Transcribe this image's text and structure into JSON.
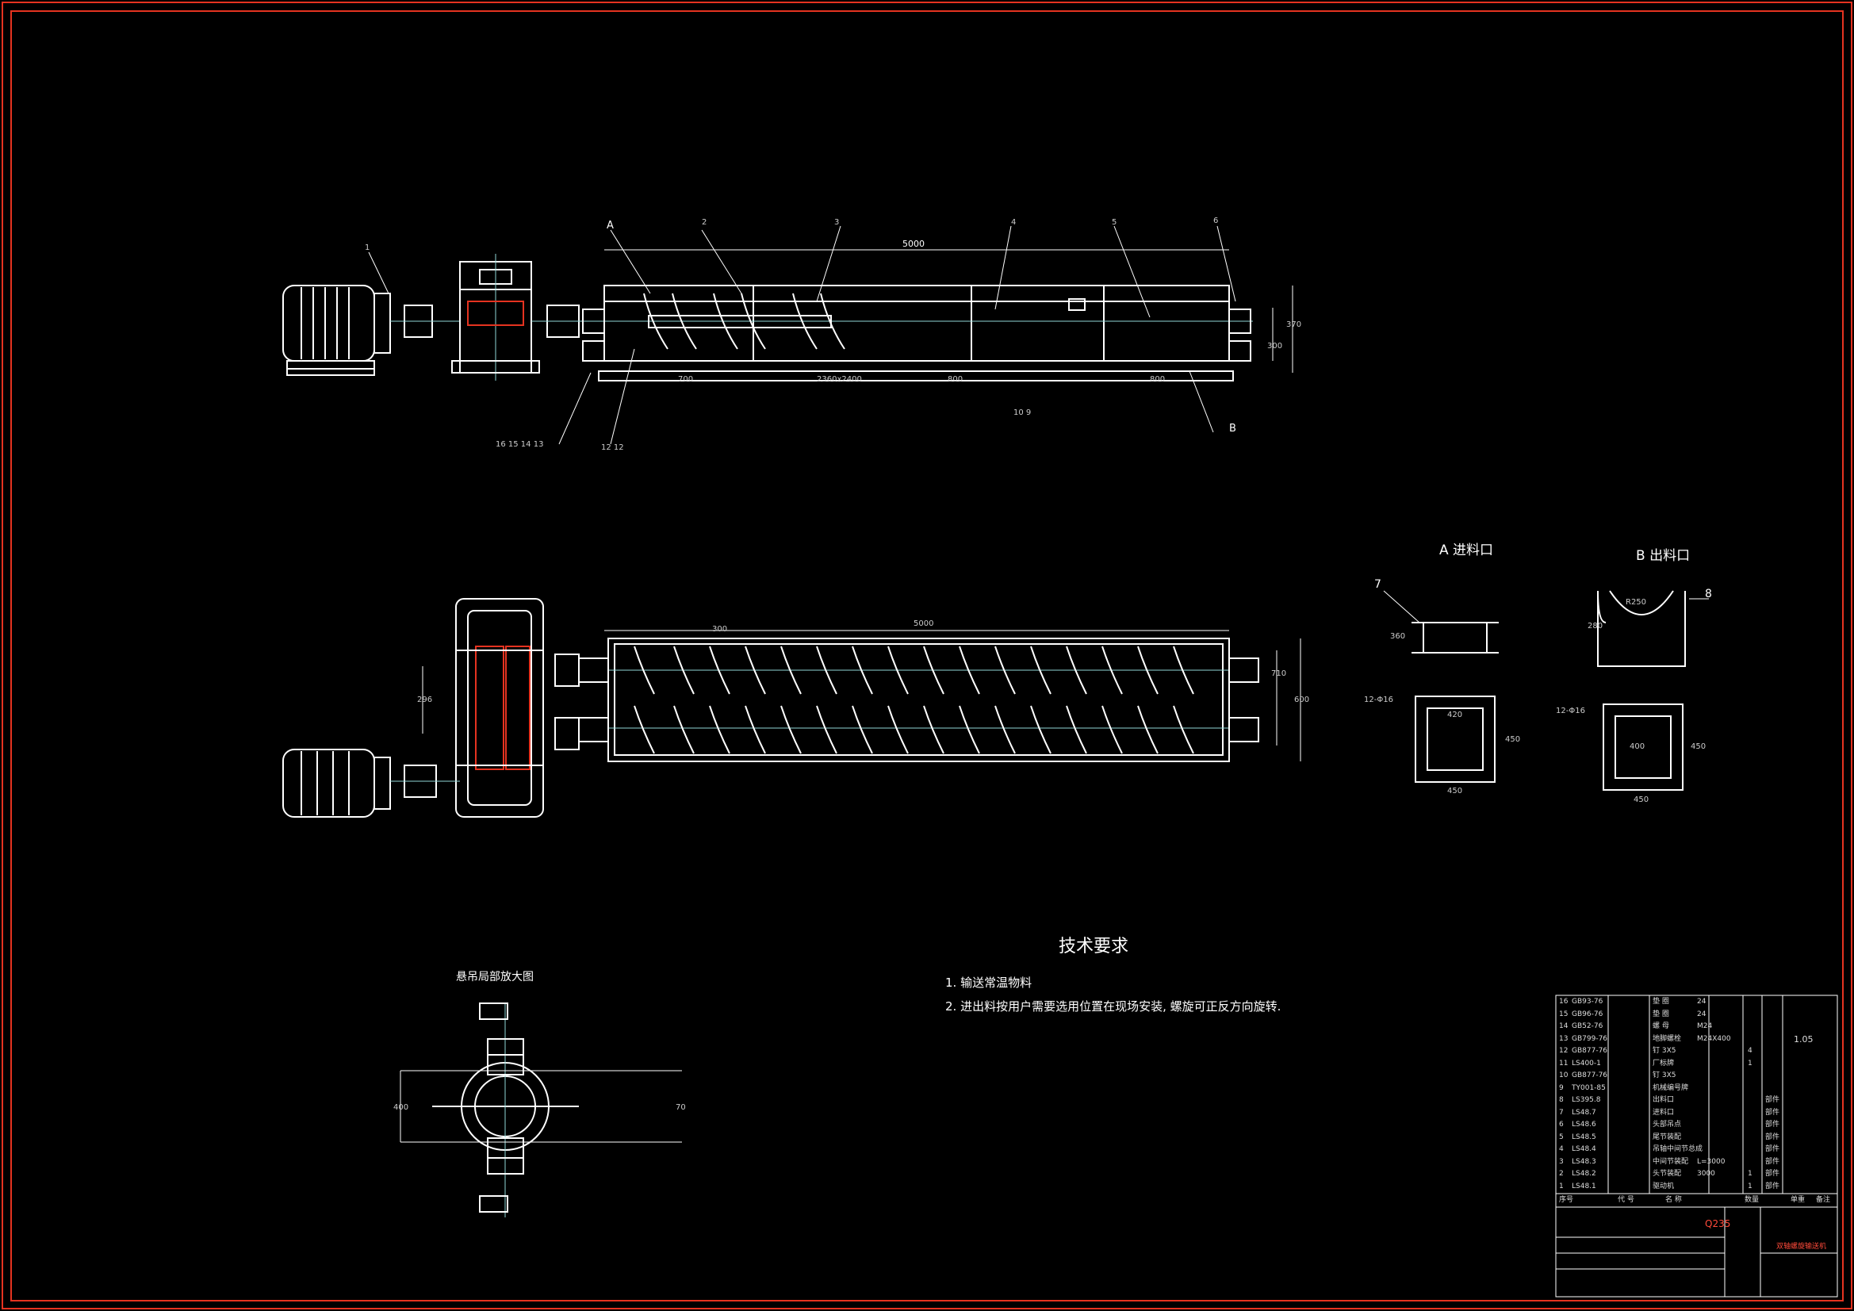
{
  "drawing": {
    "colors": {
      "background": "#000000",
      "lines": "#ffffff",
      "frame": "#e53320",
      "dim": "#8fd6d6",
      "hatch": "#e53320"
    },
    "front_view": {
      "overall_dim": "5000",
      "leaders": [
        "A",
        "2",
        "3",
        "4",
        "5",
        "6",
        "1"
      ],
      "section_mark_b": "B",
      "bottom_dims": [
        "700",
        "2360x2400",
        "800",
        "800"
      ],
      "leader_groups": [
        "16 15 14 13",
        "12 12",
        "10 9"
      ],
      "height_dims": [
        "370",
        "300"
      ]
    },
    "top_view": {
      "overall_dim": "5000",
      "pitch_dim": "300",
      "height_dims": [
        "710",
        "600"
      ],
      "left_dim": "296"
    },
    "detail_a": {
      "title": "A 进料口",
      "part_no": "7",
      "hole_note": "12-Φ16",
      "dims": [
        "360",
        "420",
        "450",
        "450"
      ]
    },
    "detail_b": {
      "title": "B 出料口",
      "part_no": "8",
      "hole_note": "12-Φ16",
      "dims": [
        "R250",
        "280",
        "400",
        "450",
        "450"
      ]
    },
    "hanger_detail": {
      "title": "悬吊局部放大图",
      "dims": [
        "400",
        "70"
      ]
    },
    "tech_requirements": {
      "title": "技术要求",
      "items": [
        "1. 输送常温物料",
        "2. 进出料按用户需要选用位置在现场安装, 螺旋可正反方向旋转."
      ]
    },
    "bom": {
      "rows": [
        {
          "no": "16",
          "code": "GB93-76",
          "name": "垫 圈",
          "spec": "24",
          "qty": "",
          "note": ""
        },
        {
          "no": "15",
          "code": "GB96-76",
          "name": "垫 圈",
          "spec": "24",
          "qty": "",
          "note": ""
        },
        {
          "no": "14",
          "code": "GB52-76",
          "name": "螺 母",
          "spec": "M24",
          "qty": "",
          "note": ""
        },
        {
          "no": "13",
          "code": "GB799-76",
          "name": "地脚螺栓",
          "spec": "M24X400",
          "qty": "",
          "note": ""
        },
        {
          "no": "12",
          "code": "GB877-76",
          "name": "钉 3X5",
          "spec": "",
          "qty": "4",
          "note": ""
        },
        {
          "no": "11",
          "code": "LS400-1",
          "name": "厂标牌",
          "spec": "",
          "qty": "1",
          "note": ""
        },
        {
          "no": "10",
          "code": "GB877-76",
          "name": "钉 3X5",
          "spec": "",
          "qty": "",
          "note": ""
        },
        {
          "no": "9",
          "code": "TY001-85",
          "name": "机械编号牌",
          "spec": "",
          "qty": "",
          "note": ""
        },
        {
          "no": "8",
          "code": "LS395.8",
          "name": "出料口",
          "spec": "",
          "qty": "",
          "note": "部件"
        },
        {
          "no": "7",
          "code": "LS48.7",
          "name": "进料口",
          "spec": "",
          "qty": "",
          "note": "部件"
        },
        {
          "no": "6",
          "code": "LS48.6",
          "name": "头部吊点",
          "spec": "",
          "qty": "",
          "note": "部件"
        },
        {
          "no": "5",
          "code": "LS48.5",
          "name": "尾节装配",
          "spec": "",
          "qty": "",
          "note": "部件"
        },
        {
          "no": "4",
          "code": "LS48.4",
          "name": "吊轴中间节总成",
          "spec": "",
          "qty": "",
          "note": "部件"
        },
        {
          "no": "3",
          "code": "LS48.3",
          "name": "中间节装配",
          "spec": "L=3000",
          "qty": "",
          "note": "部件"
        },
        {
          "no": "2",
          "code": "LS48.2",
          "name": "头节装配",
          "spec": "3000",
          "qty": "1",
          "note": "部件"
        },
        {
          "no": "1",
          "code": "LS48.1",
          "name": "驱动机",
          "spec": "",
          "qty": "1",
          "note": "部件"
        }
      ],
      "header": {
        "no": "序号",
        "code": "代 号",
        "name": "名 称",
        "qty": "数量",
        "weight": "单重",
        "note": "备注"
      },
      "weight_value": "1.05",
      "material": "Q235",
      "drawing_name": "双轴螺旋输送机"
    }
  }
}
